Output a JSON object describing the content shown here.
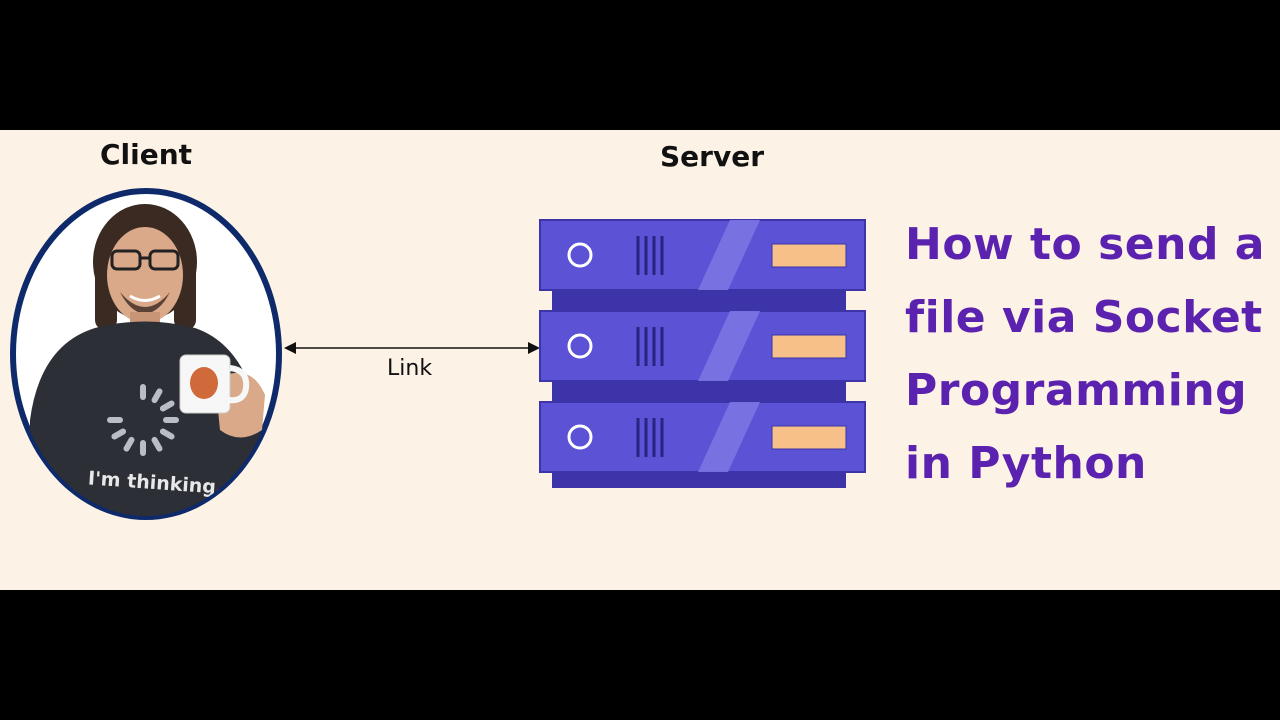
{
  "client_label": "Client",
  "server_label": "Server",
  "link_label": "Link",
  "title_lines": [
    "How to send a",
    "file via Socket",
    "Programming",
    "in Python"
  ],
  "shirt_text": "I'm thinking...",
  "colors": {
    "background": "#fcf2e5",
    "letterbox": "#000000",
    "server_face": "#5b52d6",
    "server_shadow": "#3c34a8",
    "server_accent": "#f6c088",
    "portrait_border": "#0e2a6b",
    "title": "#5b22b0"
  },
  "icons": {
    "client": "person-portrait-icon",
    "server": "server-rack-icon",
    "link": "double-arrow-icon"
  }
}
